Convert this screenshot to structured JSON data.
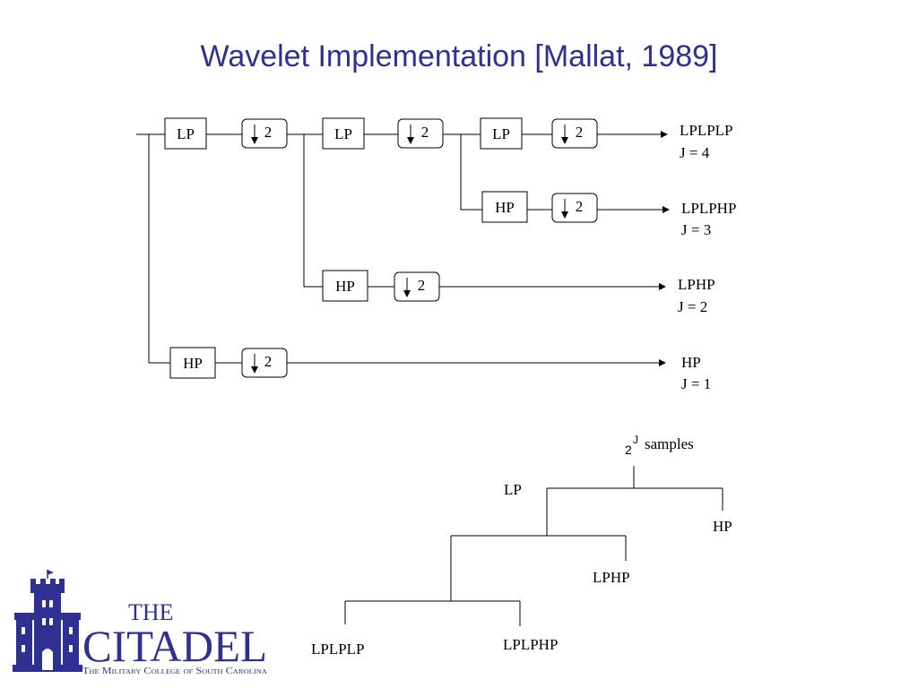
{
  "slide": {
    "title": "Wavelet Implementation [Mallat, 1989]"
  },
  "filter_bank": {
    "lp_label": "LP",
    "hp_label": "HP",
    "downsample_factor": "2",
    "outputs": [
      {
        "name": "LPLPLP",
        "level": "J = 4"
      },
      {
        "name": "LPLPHP",
        "level": "J = 3"
      },
      {
        "name": "LPHP",
        "level": "J = 2"
      },
      {
        "name": "HP",
        "level": "J = 1"
      }
    ]
  },
  "tree": {
    "samples_base": "2",
    "samples_exp": "J",
    "samples_text": "samples",
    "lp": "LP",
    "hp": "HP",
    "lphp": "LPHP",
    "lplplp": "LPLPLP",
    "lplphp": "LPLPHP"
  },
  "logo": {
    "the": "THE",
    "name": "CITADEL",
    "tagline": "The Military College of South Carolina",
    "color": "#2e3192"
  }
}
